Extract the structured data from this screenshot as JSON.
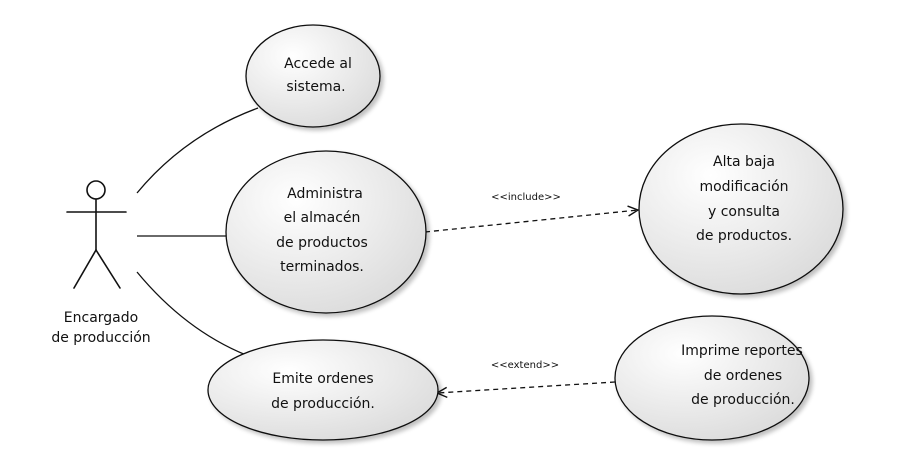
{
  "actor": {
    "name_line1": "Encargado",
    "name_line2": "de producción"
  },
  "use_cases": {
    "accede": {
      "lines": [
        "Accede al",
        "sistema."
      ]
    },
    "administra": {
      "lines": [
        "Administra",
        "el almacén",
        "de productos",
        "terminados."
      ]
    },
    "alta": {
      "lines": [
        "Alta baja",
        "modificación",
        "y consulta",
        "de productos."
      ]
    },
    "emite": {
      "lines": [
        "Emite ordenes",
        "de producción."
      ]
    },
    "imprime": {
      "lines": [
        "Imprime reportes",
        "de ordenes",
        "de producción."
      ]
    }
  },
  "relationships": {
    "include_label": "<<include>>",
    "extend_label": "<<extend>>"
  },
  "colors": {
    "ellipse_fill_light": "#ffffff",
    "ellipse_fill_dark": "#dedede",
    "stroke": "#111111"
  }
}
